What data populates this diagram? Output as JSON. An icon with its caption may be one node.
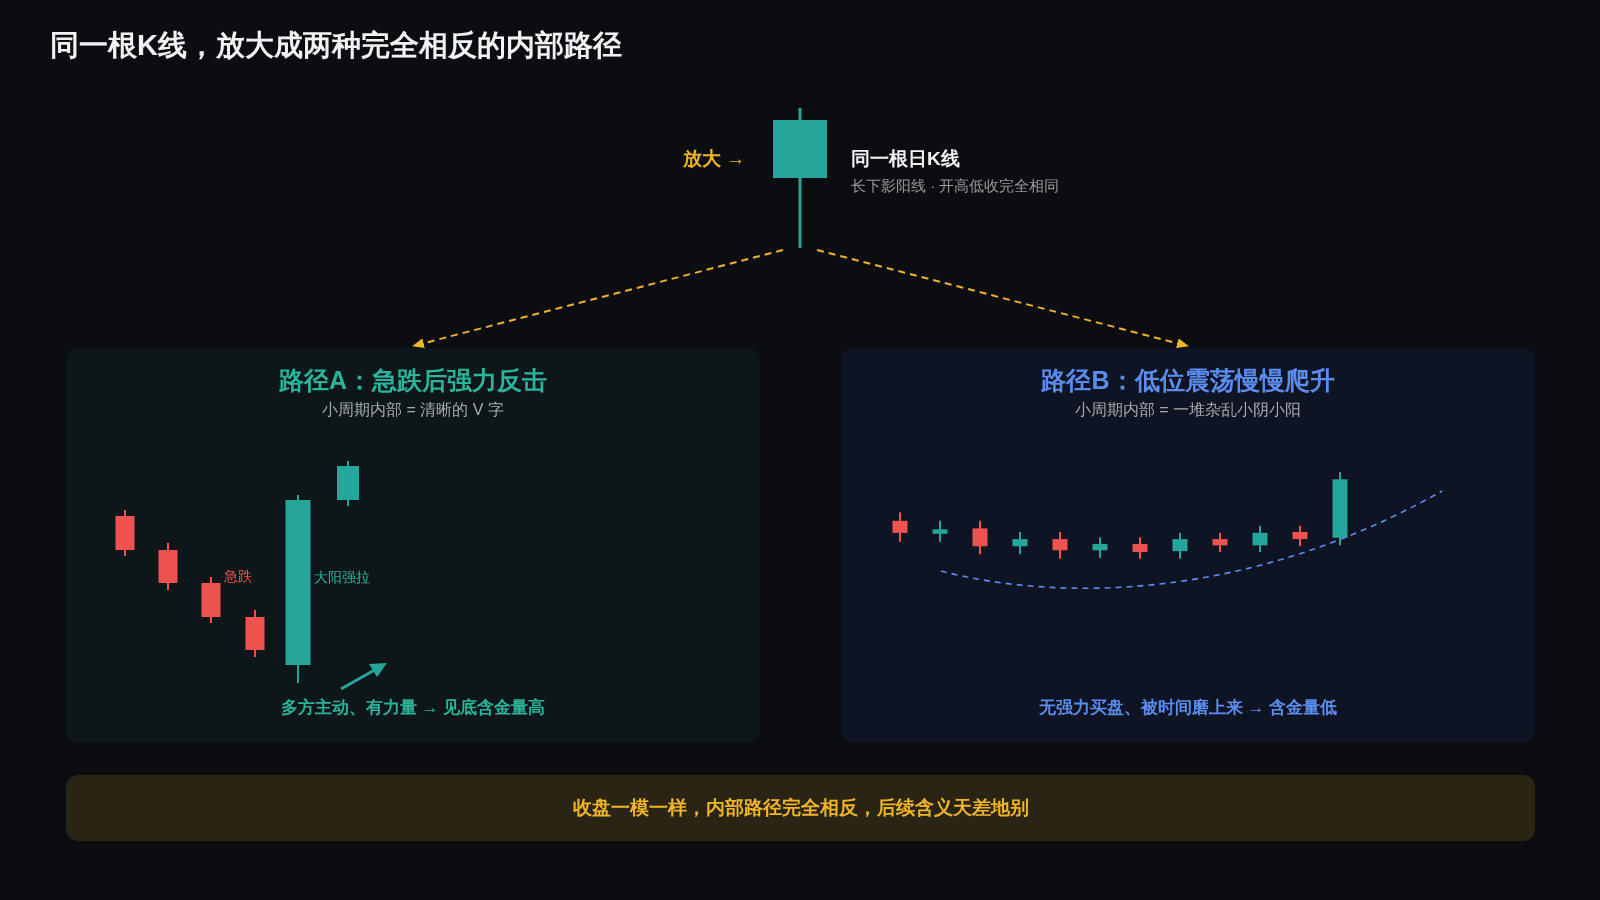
{
  "diagram": {
    "title": "同一根K线，放大成两种完全相反的内部路径",
    "nodes": [
      {
        "text": [],
        "shape": "bar",
        "beside": [
          "同一根日K线",
          "长下影阳线 · 开高低收完全相同"
        ]
      },
      {
        "text": [
          "路径A：急跌后强力反击",
          "小周期内部 = 清晰的 V 字",
          "多方主动、有力量 → 见底含金量高"
        ]
      },
      {
        "text": [
          "路径B：低位震荡慢慢爬升",
          "小周期内部 = 一堆杂乱小阴小阳",
          "无强力买盘、被时间磨上来 → 含金量低"
        ]
      },
      {
        "text": [
          "收盘一模一样，内部路径完全相反，后续含义天差地别"
        ]
      }
    ],
    "edges": [
      {
        "from": 0,
        "to": 1,
        "arrow": "to",
        "style": "dashed"
      },
      {
        "from": 0,
        "to": 2,
        "arrow": "to",
        "style": "dashed"
      }
    ],
    "labels": [
      "放大 →",
      "急跌",
      "大阳强拉"
    ]
  }
}
